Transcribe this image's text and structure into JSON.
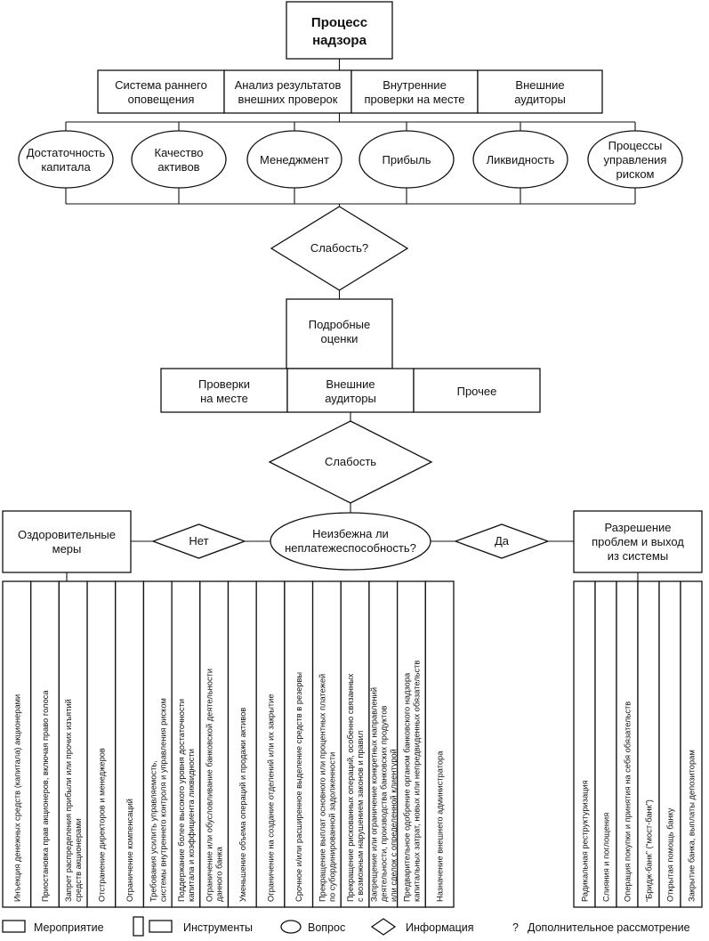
{
  "root": {
    "line1": "Процесс",
    "line2": "надзора"
  },
  "sources": [
    {
      "line1": "Система раннего",
      "line2": "оповещения"
    },
    {
      "line1": "Анализ результатов",
      "line2": "внешних проверок"
    },
    {
      "line1": "Внутренние",
      "line2": "проверки на месте"
    },
    {
      "line1": "Внешние",
      "line2": "аудиторы"
    }
  ],
  "areas": [
    {
      "lines": [
        "Достаточность",
        "капитала"
      ]
    },
    {
      "lines": [
        "Качество",
        "активов"
      ]
    },
    {
      "lines": [
        "Менеджмент"
      ]
    },
    {
      "lines": [
        "Прибыль"
      ]
    },
    {
      "lines": [
        "Ликвидность"
      ]
    },
    {
      "lines": [
        "Процессы",
        "управления",
        "риском"
      ]
    }
  ],
  "q_weakness1": "Слабость?",
  "detailed": {
    "line1": "Подробные",
    "line2": "оценки"
  },
  "detail_sources": [
    {
      "line1": "Проверки",
      "line2": "на месте"
    },
    {
      "line1": "Внешние",
      "line2": "аудиторы"
    },
    {
      "line1": "Прочее",
      "line2": ""
    }
  ],
  "q_weakness2": "Слабость",
  "q_insolvency": {
    "line1": "Неизбежна ли",
    "line2": "неплатежеспособность?"
  },
  "no_label": "Нет",
  "yes_label": "Да",
  "remedial": {
    "line1": "Оздоровительные",
    "line2": "меры"
  },
  "resolution": {
    "line1": "Разрешение",
    "line2": "проблем и выход",
    "line3": "из системы"
  },
  "remedial_tools": [
    {
      "lines": [
        "Инъекция денежных средств (капитала) акционерами"
      ]
    },
    {
      "lines": [
        "Приостановка прав акционеров, включая право голоса"
      ]
    },
    {
      "lines": [
        "Запрет распределения прибыли или прочих изъятий",
        "средств акционерами"
      ]
    },
    {
      "lines": [
        "Отстранение директоров и менеджеров"
      ]
    },
    {
      "lines": [
        "Ограничение компенсаций"
      ]
    },
    {
      "lines": [
        "Требования усилить управляемость,",
        "системы внутреннего контроля и управления риском"
      ]
    },
    {
      "lines": [
        "Поддержание более высокого уровня достаточности",
        "капитала и коэффициента ликвидности"
      ]
    },
    {
      "lines": [
        "Ограничение или обусловливание банковской деятельности",
        "данного банка"
      ]
    },
    {
      "lines": [
        "Уменьшение объема операций и продажи активов"
      ]
    },
    {
      "lines": [
        "Ограничение на создание отделений или их закрытие"
      ]
    },
    {
      "lines": [
        "Срочное и/или расширенное выделение средств в резервы"
      ]
    },
    {
      "lines": [
        "Прекращение выплат основного или процентных платежей",
        "по субординированной задолженности"
      ]
    },
    {
      "lines": [
        "Прекращение рискованных операций, особенно связанных",
        "с возможным нарушением законов и правил"
      ]
    },
    {
      "lines": [
        "Запрещение или ограничение конкретных направлений",
        "деятельности, производства банковских продуктов",
        "или сделок с определенной клиентурой"
      ]
    },
    {
      "lines": [
        "Предварительное одобрение органом банковского надзора",
        "капитальных затрат, новых или непредвиденных обязательств"
      ]
    },
    {
      "lines": [
        "Назначение внешнего администратора"
      ]
    }
  ],
  "resolution_tools": [
    {
      "lines": [
        "Радикальная реструктуризация"
      ]
    },
    {
      "lines": [
        "Слияния и поглощения"
      ]
    },
    {
      "lines": [
        "Операция покупки и принятия на себя обязательств"
      ]
    },
    {
      "lines": [
        "“Бридж-банк” (“мост-банк”)"
      ]
    },
    {
      "lines": [
        "Открытая помощь банку"
      ]
    },
    {
      "lines": [
        "Закрытие банка, выплаты депозиторам"
      ]
    }
  ],
  "legend": {
    "measure": "Мероприятие",
    "tools": "Инструменты",
    "question": "Вопрос",
    "information": "Информация",
    "extra_mark": "?",
    "extra": "Дополнительное рассмотрение"
  }
}
